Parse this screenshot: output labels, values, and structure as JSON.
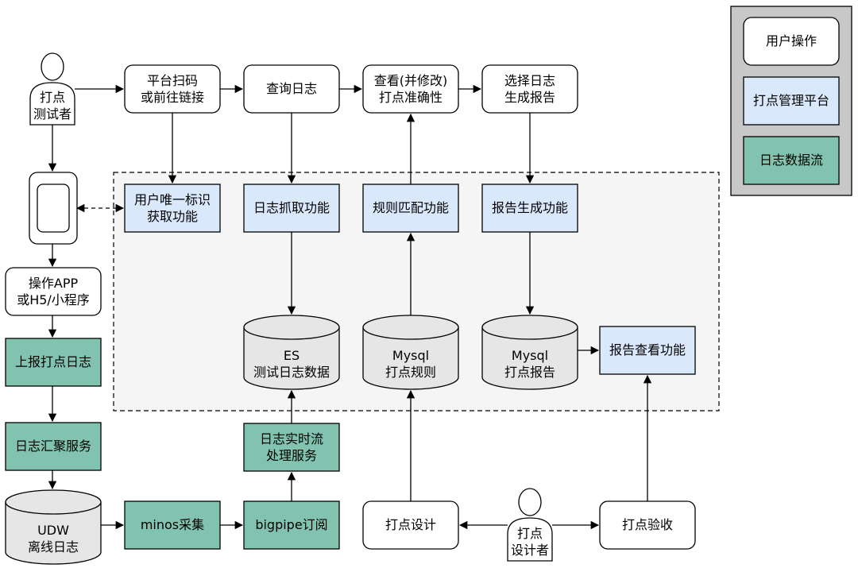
{
  "legend": {
    "user_op": "用户操作",
    "platform": "打点管理平台",
    "dataflow": "日志数据流"
  },
  "actors": {
    "tester_line1": "打点",
    "tester_line2": "测试者",
    "designer_line1": "打点",
    "designer_line2": "设计者"
  },
  "nodes": {
    "scan_line1": "平台扫码",
    "scan_line2": "或前往链接",
    "query_log": "查询日志",
    "check_line1": "查看(并修改)",
    "check_line2": "打点准确性",
    "select_line1": "选择日志",
    "select_line2": "生成报告",
    "uid_line1": "用户唯一标识",
    "uid_line2": "获取功能",
    "log_fetch": "日志抓取功能",
    "rule_match": "规则匹配功能",
    "report_gen": "报告生成功能",
    "es_line1": "ES",
    "es_line2": "测试日志数据",
    "mysql_rule_line1": "Mysql",
    "mysql_rule_line2": "打点规则",
    "mysql_report_line1": "Mysql",
    "mysql_report_line2": "打点报告",
    "report_view": "报告查看功能",
    "operate_line1": "操作APP",
    "operate_line2": "或H5/小程序",
    "upload_log": "上报打点日志",
    "log_aggregate": "日志汇聚服务",
    "udw_line1": "UDW",
    "udw_line2": "离线日志",
    "minos": "minos采集",
    "bigpipe": "bigpipe订阅",
    "realtime_line1": "日志实时流",
    "realtime_line2": "处理服务",
    "design": "打点设计",
    "accept": "打点验收"
  },
  "colors": {
    "user_op": "#ffffff",
    "platform": "#dae8fc",
    "dataflow": "#82c3b0",
    "legend_panel": "#c8c8c8",
    "platform_zone": "#f5f5f5"
  }
}
